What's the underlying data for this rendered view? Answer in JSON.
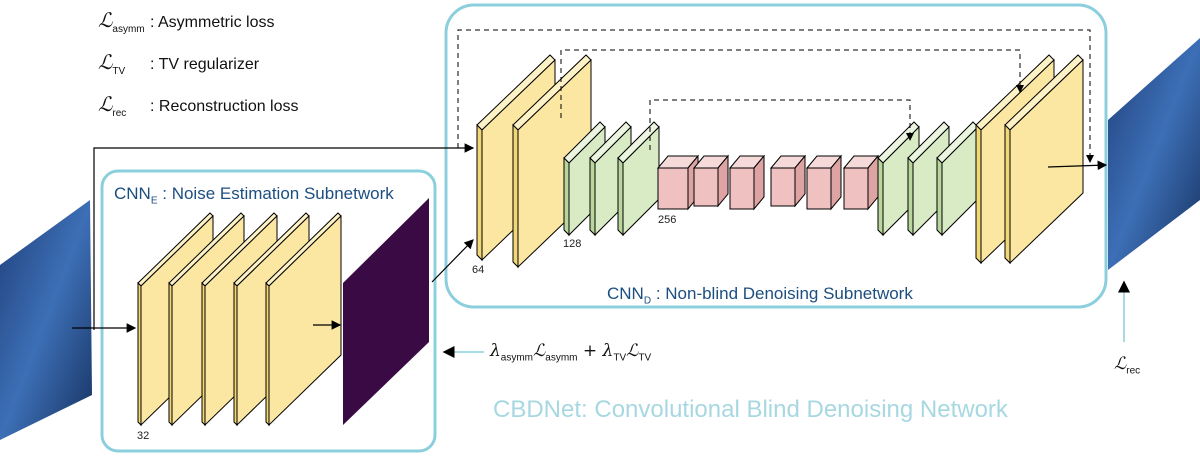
{
  "legend": {
    "items": [
      {
        "symbol": "ℒ",
        "sub": "asymm",
        "desc": ": Asymmetric loss"
      },
      {
        "symbol": "ℒ",
        "sub": "TV",
        "desc": ": TV regularizer"
      },
      {
        "symbol": "ℒ",
        "sub": "rec",
        "desc": ": Reconstruction loss"
      }
    ]
  },
  "cnn_e": {
    "name": "CNN",
    "sub": "E",
    "title": ": Noise Estimation Subnetwork",
    "channels": "32"
  },
  "cnn_d": {
    "name": "CNN",
    "sub": "D",
    "title": ": Non-blind Denoising Subnetwork",
    "channels": [
      "64",
      "128",
      "256"
    ]
  },
  "loss_formula": {
    "lambda1_sub": "asymm",
    "l1_sub": "asymm",
    "plus": "+",
    "lambda2_sub": "TV",
    "l2_sub": "TV"
  },
  "rec_loss": {
    "symbol": "ℒ",
    "sub": "rec"
  },
  "footer": {
    "title": "CBDNet: Convolutional Blind Denoising Network"
  },
  "colors": {
    "box_border": "#8ccfdc",
    "block_yellow": "#fbe7a1",
    "block_green": "#d8ebc5",
    "block_red": "#efc1c1",
    "noise_map": "#3a0a44",
    "title_blue": "#1c4e80"
  }
}
